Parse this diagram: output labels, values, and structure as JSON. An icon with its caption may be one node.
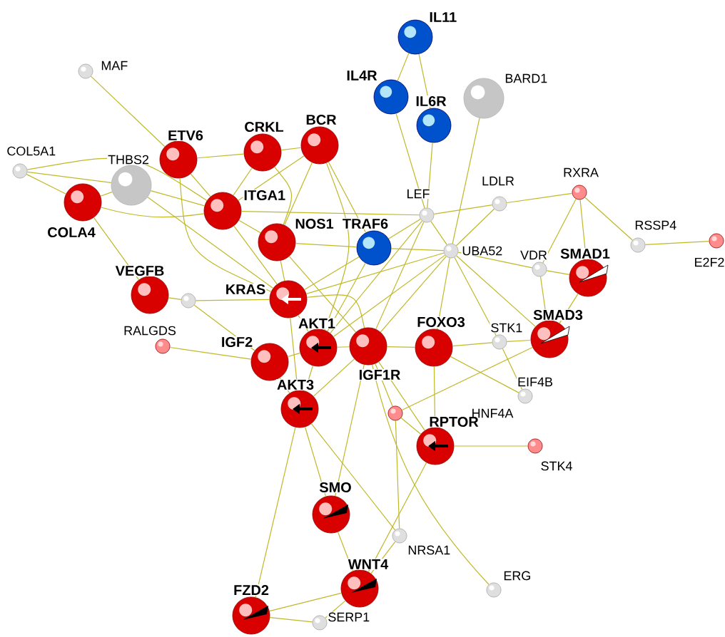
{
  "diagram": {
    "nodes": [
      {
        "text": [
          "MAF"
        ]
      },
      {
        "text": [
          "COL5A1"
        ]
      },
      {
        "text": [
          "THBS2"
        ]
      },
      {
        "text": [
          "COLA4"
        ]
      },
      {
        "text": [
          "ETV6"
        ]
      },
      {
        "text": [
          "CRKL"
        ]
      },
      {
        "text": [
          "BCR"
        ]
      },
      {
        "text": [
          "ITGA1"
        ]
      },
      {
        "text": [
          "NOS1"
        ]
      },
      {
        "text": [
          "VEGFB"
        ]
      },
      {
        "text": [],
        "shape": "circle"
      },
      {
        "text": [
          "KRAS"
        ]
      },
      {
        "text": [
          "RALGDS"
        ]
      },
      {
        "text": [
          "IGF2"
        ]
      },
      {
        "text": [
          "AKT1"
        ]
      },
      {
        "text": [
          "AKT3"
        ]
      },
      {
        "text": [
          "IGF1R"
        ]
      },
      {
        "text": [
          "FOXO3"
        ]
      },
      {
        "text": [
          "STK1"
        ]
      },
      {
        "text": [
          "SMAD3"
        ]
      },
      {
        "text": [
          "SMAD1"
        ]
      },
      {
        "text": [
          "TRAF6"
        ]
      },
      {
        "text": [
          "IL11"
        ]
      },
      {
        "text": [
          "IL4R"
        ]
      },
      {
        "text": [
          "IL6R"
        ]
      },
      {
        "text": [
          "BARD1"
        ]
      },
      {
        "text": [
          "LEF"
        ]
      },
      {
        "text": [
          "LDLR"
        ]
      },
      {
        "text": [
          "RXRA"
        ]
      },
      {
        "text": [
          "RSSP4"
        ]
      },
      {
        "text": [
          "E2F2"
        ]
      },
      {
        "text": [
          "UBA52"
        ]
      },
      {
        "text": [
          "VDR"
        ]
      },
      {
        "text": [
          "EIF4B"
        ]
      },
      {
        "text": [],
        "shape": "circle"
      },
      {
        "text": [
          "RPTOR"
        ]
      },
      {
        "text": [
          "STK4"
        ]
      },
      {
        "text": [
          "SMO"
        ]
      },
      {
        "text": [
          "NRSA1"
        ]
      },
      {
        "text": [
          "ERG"
        ]
      },
      {
        "text": [
          "WNT4"
        ]
      },
      {
        "text": [
          "FZD2"
        ]
      },
      {
        "text": [
          "SERP1"
        ]
      }
    ],
    "edges": [
      {
        "from": 0,
        "to": 4,
        "arrow": "none"
      },
      {
        "from": 1,
        "to": 3,
        "arrow": "none"
      },
      {
        "from": 1,
        "to": 2,
        "arrow": "none"
      },
      {
        "from": 1,
        "to": 7,
        "arrow": "none"
      },
      {
        "from": 3,
        "to": 2,
        "arrow": "none"
      },
      {
        "from": 3,
        "to": 7,
        "arrow": "none"
      },
      {
        "from": 3,
        "to": 9,
        "arrow": "none"
      },
      {
        "from": 2,
        "to": 7,
        "arrow": "none"
      },
      {
        "from": 2,
        "to": 11,
        "arrow": "none"
      },
      {
        "from": 4,
        "to": 5,
        "arrow": "none"
      },
      {
        "from": 4,
        "to": 7,
        "arrow": "none"
      },
      {
        "from": 4,
        "to": 11,
        "arrow": "none"
      },
      {
        "from": 5,
        "to": 6,
        "arrow": "none"
      },
      {
        "from": 5,
        "to": 7,
        "arrow": "none"
      },
      {
        "from": 5,
        "to": 8,
        "arrow": "none"
      },
      {
        "from": 6,
        "to": 7,
        "arrow": "none"
      },
      {
        "from": 6,
        "to": 8,
        "arrow": "none"
      },
      {
        "from": 6,
        "to": 14,
        "arrow": "none"
      },
      {
        "from": 6,
        "to": 21,
        "arrow": "none"
      },
      {
        "from": 7,
        "to": 8,
        "arrow": "none"
      },
      {
        "from": 7,
        "to": 11,
        "arrow": "none"
      },
      {
        "from": 7,
        "to": 26,
        "arrow": "none"
      },
      {
        "from": 8,
        "to": 11,
        "arrow": "none"
      },
      {
        "from": 8,
        "to": 16,
        "arrow": "none"
      },
      {
        "from": 8,
        "to": 21,
        "arrow": "none"
      },
      {
        "from": 9,
        "to": 10,
        "arrow": "none"
      },
      {
        "from": 10,
        "to": 11,
        "arrow": "none"
      },
      {
        "from": 10,
        "to": 13,
        "arrow": "none"
      },
      {
        "from": 12,
        "to": 13,
        "arrow": "none"
      },
      {
        "from": 11,
        "to": 14,
        "arrow": "none"
      },
      {
        "from": 11,
        "to": 16,
        "arrow": "none"
      },
      {
        "from": 11,
        "to": 15,
        "arrow": "none"
      },
      {
        "from": 11,
        "to": 21,
        "arrow": "none"
      },
      {
        "from": 11,
        "to": 31,
        "arrow": "none"
      },
      {
        "from": 13,
        "to": 14,
        "arrow": "none"
      },
      {
        "from": 13,
        "to": 15,
        "arrow": "none"
      },
      {
        "from": 14,
        "to": 16,
        "arrow": "none"
      },
      {
        "from": 14,
        "to": 15,
        "arrow": "none"
      },
      {
        "from": 14,
        "to": 31,
        "arrow": "none"
      },
      {
        "from": 14,
        "to": 21,
        "arrow": "none"
      },
      {
        "from": 14,
        "to": 26,
        "arrow": "none"
      },
      {
        "from": 15,
        "to": 16,
        "arrow": "none"
      },
      {
        "from": 15,
        "to": 37,
        "arrow": "none"
      },
      {
        "from": 15,
        "to": 41,
        "arrow": "none"
      },
      {
        "from": 15,
        "to": 38,
        "arrow": "none"
      },
      {
        "from": 16,
        "to": 17,
        "arrow": "none"
      },
      {
        "from": 16,
        "to": 31,
        "arrow": "none"
      },
      {
        "from": 16,
        "to": 34,
        "arrow": "none"
      },
      {
        "from": 16,
        "to": 35,
        "arrow": "none"
      },
      {
        "from": 16,
        "to": 26,
        "arrow": "none"
      },
      {
        "from": 16,
        "to": 39,
        "arrow": "none"
      },
      {
        "from": 17,
        "to": 18,
        "arrow": "none"
      },
      {
        "from": 17,
        "to": 31,
        "arrow": "none"
      },
      {
        "from": 17,
        "to": 35,
        "arrow": "none"
      },
      {
        "from": 18,
        "to": 19,
        "arrow": "none"
      },
      {
        "from": 18,
        "to": 31,
        "arrow": "none"
      },
      {
        "from": 18,
        "to": 33,
        "arrow": "none"
      },
      {
        "from": 19,
        "to": 20,
        "arrow": "none"
      },
      {
        "from": 19,
        "to": 32,
        "arrow": "none"
      },
      {
        "from": 19,
        "to": 31,
        "arrow": "none"
      },
      {
        "from": 19,
        "to": 34,
        "arrow": "none"
      },
      {
        "from": 20,
        "to": 32,
        "arrow": "none"
      },
      {
        "from": 20,
        "to": 28,
        "arrow": "none"
      },
      {
        "from": 21,
        "to": 26,
        "arrow": "none"
      },
      {
        "from": 21,
        "to": 31,
        "arrow": "none"
      },
      {
        "from": 22,
        "to": 23,
        "arrow": "none"
      },
      {
        "from": 22,
        "to": 24,
        "arrow": "none"
      },
      {
        "from": 23,
        "to": 26,
        "arrow": "none"
      },
      {
        "from": 24,
        "to": 26,
        "arrow": "none"
      },
      {
        "from": 25,
        "to": 31,
        "arrow": "none"
      },
      {
        "from": 26,
        "to": 27,
        "arrow": "none"
      },
      {
        "from": 26,
        "to": 31,
        "arrow": "none"
      },
      {
        "from": 27,
        "to": 28,
        "arrow": "none"
      },
      {
        "from": 27,
        "to": 31,
        "arrow": "none"
      },
      {
        "from": 28,
        "to": 29,
        "arrow": "none"
      },
      {
        "from": 29,
        "to": 30,
        "arrow": "none"
      },
      {
        "from": 28,
        "to": 32,
        "arrow": "none"
      },
      {
        "from": 31,
        "to": 32,
        "arrow": "none"
      },
      {
        "from": 34,
        "to": 35,
        "arrow": "none"
      },
      {
        "from": 34,
        "to": 38,
        "arrow": "none"
      },
      {
        "from": 35,
        "to": 36,
        "arrow": "none"
      },
      {
        "from": 35,
        "to": 40,
        "arrow": "none"
      },
      {
        "from": 37,
        "to": 40,
        "arrow": "none"
      },
      {
        "from": 37,
        "to": 16,
        "arrow": "none"
      },
      {
        "from": 38,
        "to": 40,
        "arrow": "none"
      },
      {
        "from": 40,
        "to": 42,
        "arrow": "none"
      },
      {
        "from": 40,
        "to": 41,
        "arrow": "none"
      },
      {
        "from": 41,
        "to": 42,
        "arrow": "none"
      },
      {
        "from": 33,
        "to": 17,
        "arrow": "none"
      }
    ],
    "labels": [
      "HNF4A"
    ]
  }
}
